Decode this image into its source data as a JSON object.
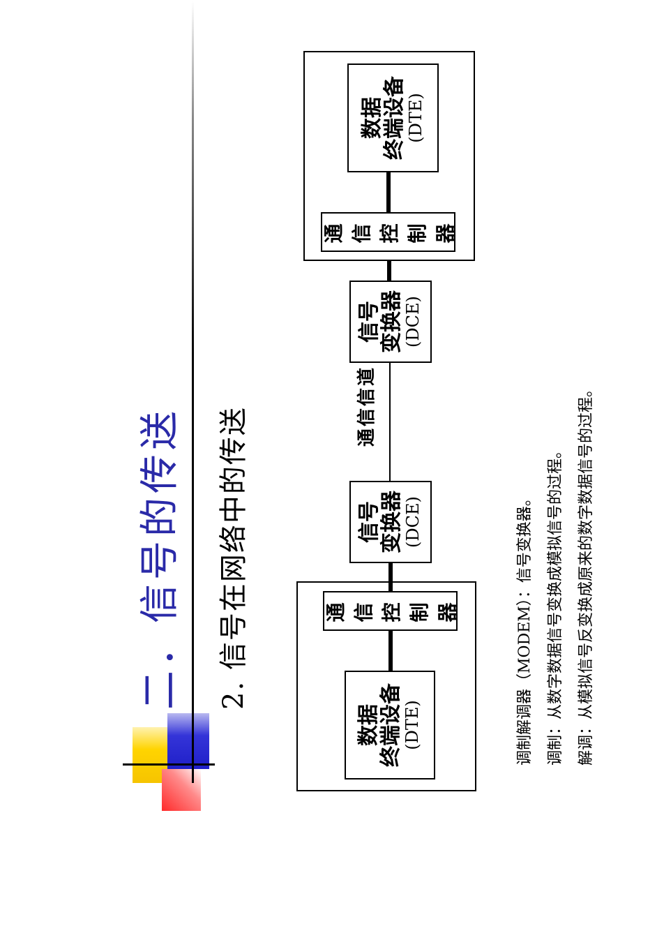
{
  "title": "二．信号的传送",
  "subtitle": "2. 信号在网络中的传送",
  "diagram": {
    "dte_left": {
      "line1": "数据",
      "line2": "终端设备",
      "line3": "(DTE)"
    },
    "ctrl_left": "通信控制器",
    "dce_left": {
      "line1": "信号",
      "line2": "变换器",
      "line3": "(DCE)"
    },
    "channel": "通信信道",
    "dce_right": {
      "line1": "信号",
      "line2": "变换器",
      "line3": "(DCE)"
    },
    "ctrl_right": "通信控制器",
    "dte_right": {
      "line1": "数据",
      "line2": "终端设备",
      "line3": "(DTE)"
    }
  },
  "notes": [
    "调制解调器（MODEM）：信号变换器。",
    "调制：从数字数据信号变换成模拟信号的过程。",
    "解调：从模拟信号反变换成原来的数字数据信号的过程。"
  ]
}
